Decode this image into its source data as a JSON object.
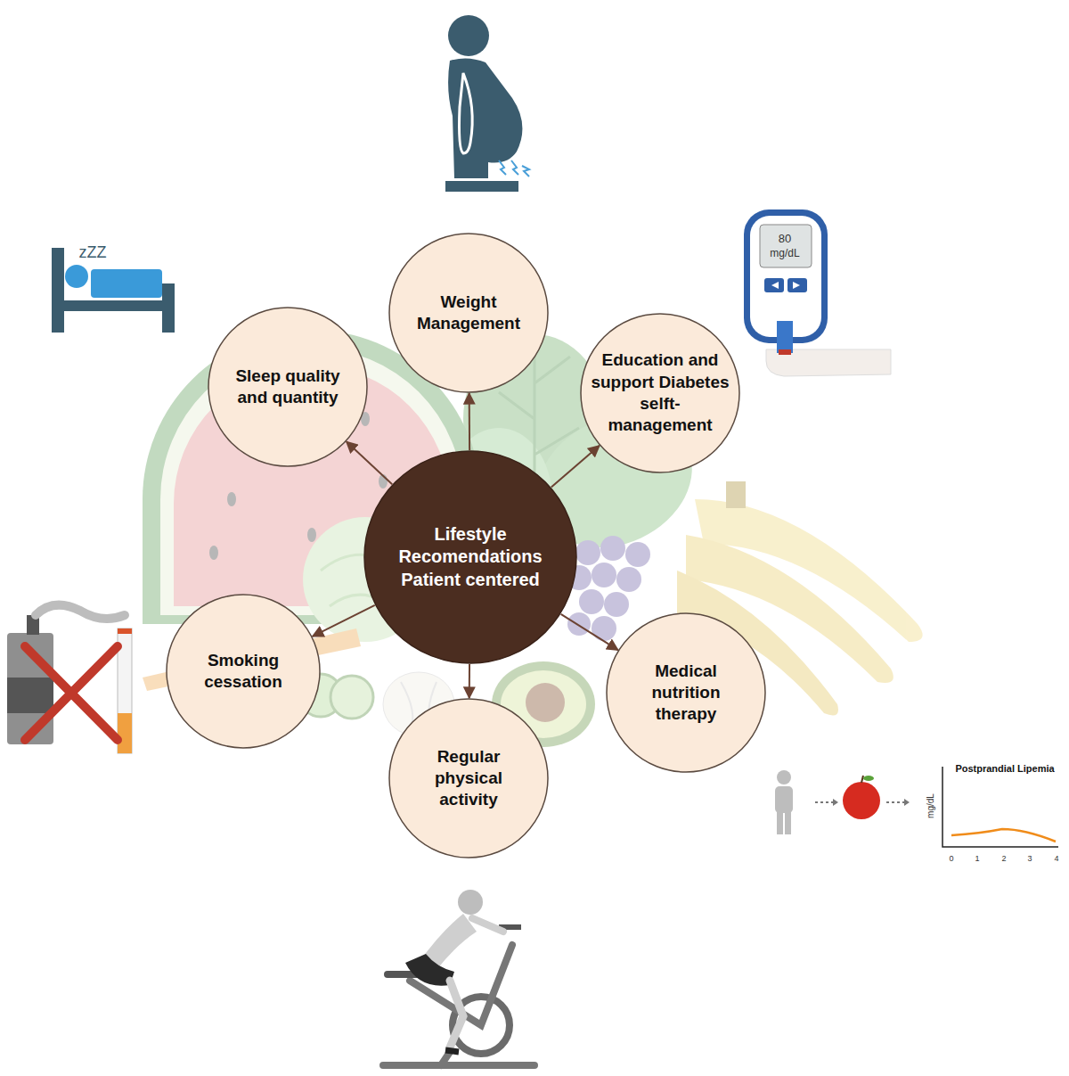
{
  "diagram": {
    "nodes": [
      {
        "text": [
          "Lifestyle Recomendations Patient centered"
        ]
      },
      {
        "text": [
          "Weight Management"
        ]
      },
      {
        "text": [
          "Education and support Diabetes selft-management"
        ]
      },
      {
        "text": [
          "Medical nutrition therapy"
        ]
      },
      {
        "text": [
          "Regular physical activity"
        ]
      },
      {
        "text": [
          "Smoking cessation"
        ]
      },
      {
        "text": [
          "Sleep quality and quantity"
        ]
      }
    ],
    "edges": [
      {
        "from": 0,
        "to": 1,
        "arrow": "to"
      },
      {
        "from": 0,
        "to": 2,
        "arrow": "to"
      },
      {
        "from": 0,
        "to": 3,
        "arrow": "to"
      },
      {
        "from": 0,
        "to": 4,
        "arrow": "to"
      },
      {
        "from": 0,
        "to": 5,
        "arrow": "to"
      },
      {
        "from": 0,
        "to": 6,
        "arrow": "to"
      }
    ],
    "labels": [
      "zZZ",
      "80",
      "mg/dL",
      "Postprandial Lipemia",
      "mg/dL",
      "0",
      "1",
      "2",
      "3",
      "4"
    ]
  }
}
